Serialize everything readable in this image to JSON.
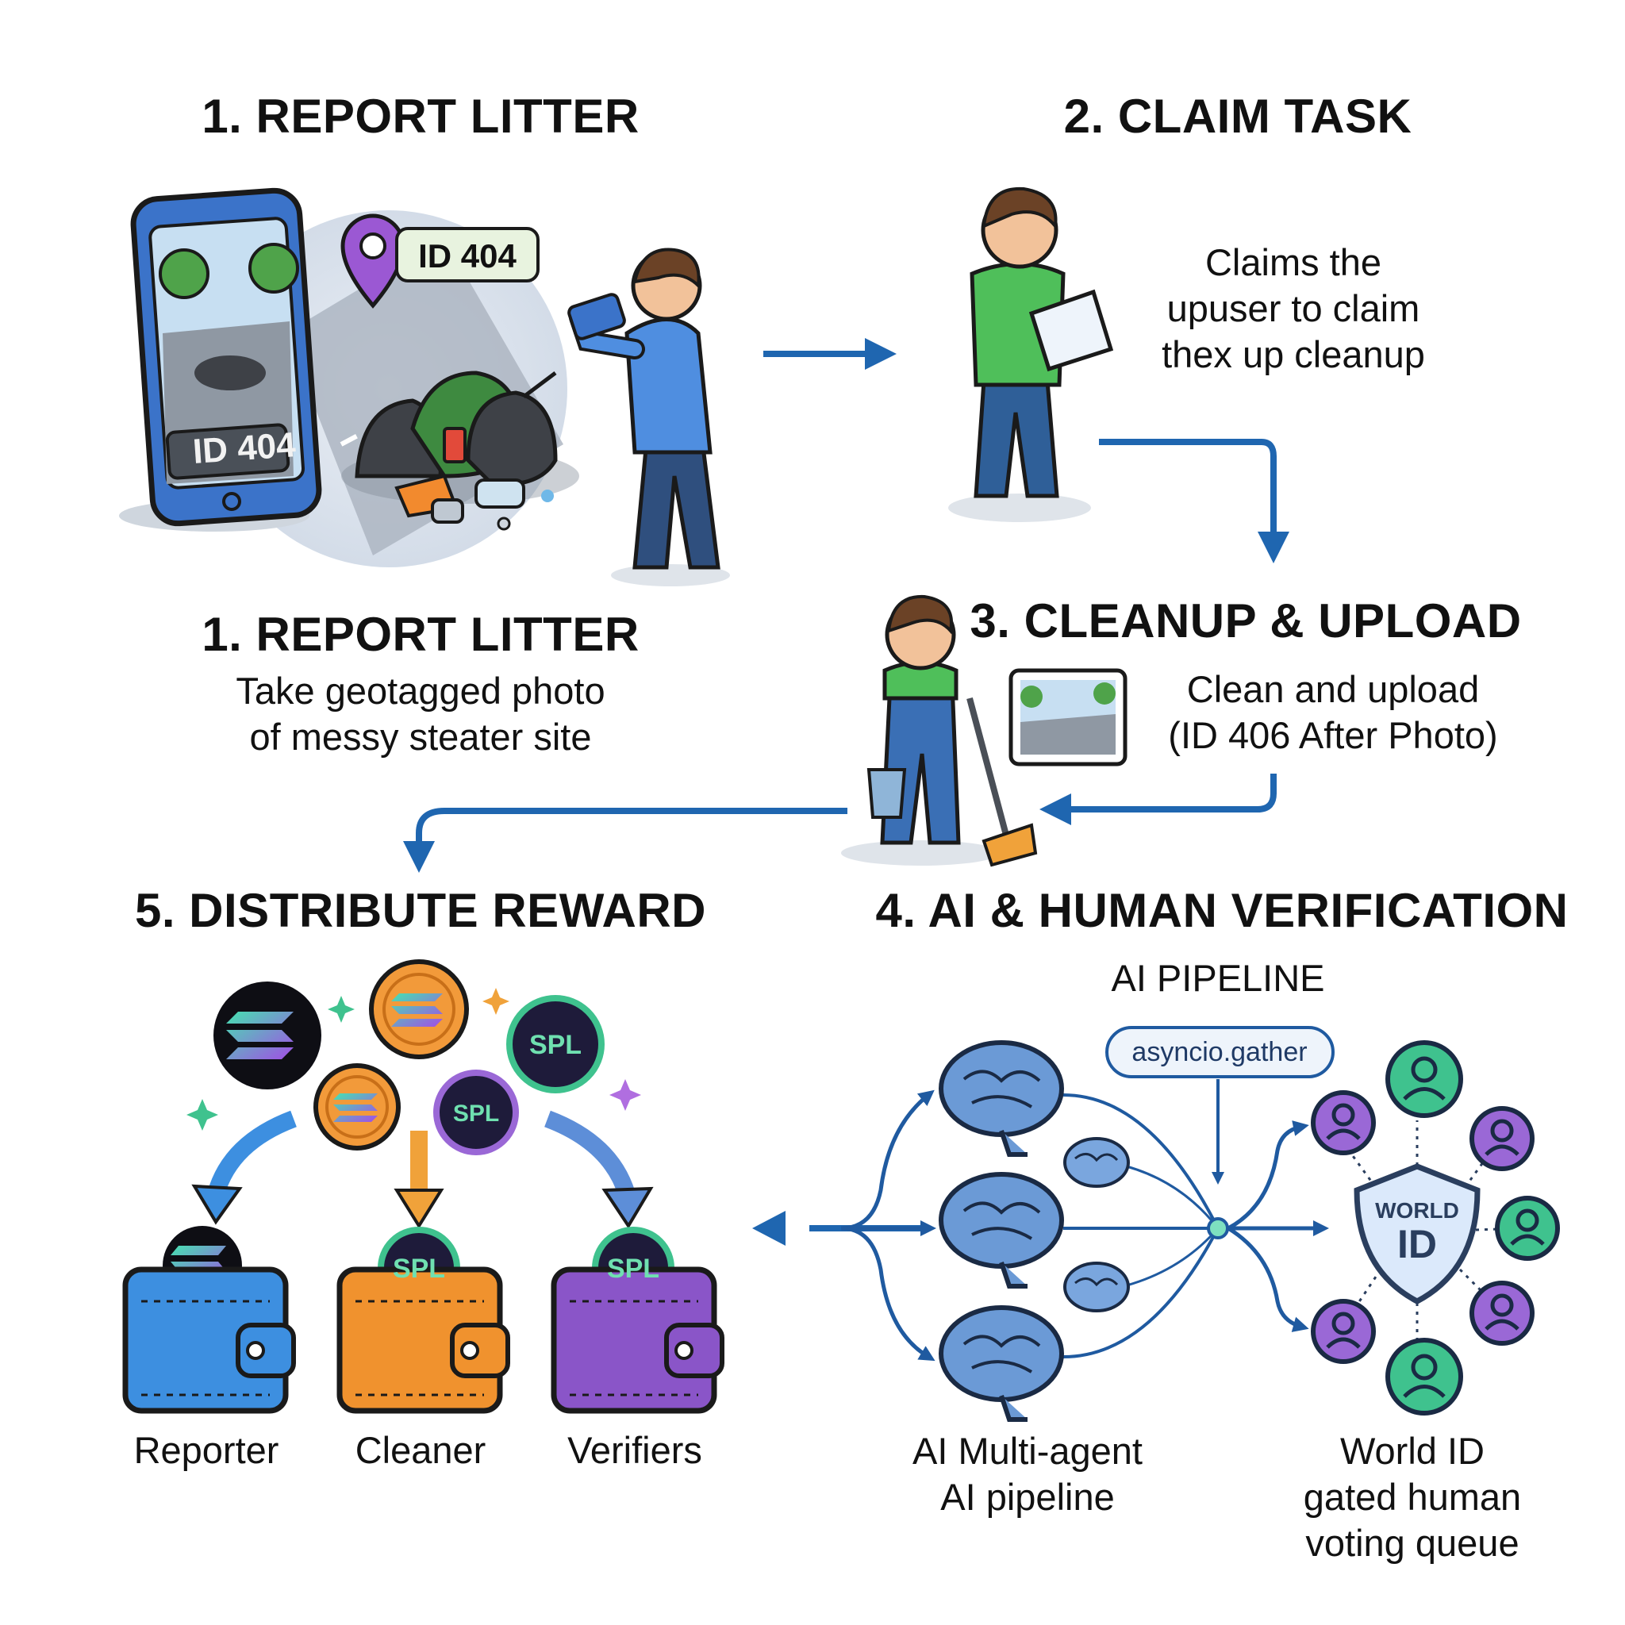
{
  "steps": {
    "report": {
      "title_top": "1. REPORT LITTER",
      "title": "1. REPORT LITTER",
      "desc": [
        "Take geotagged photo",
        "of messy steater site"
      ],
      "phone_badge": "ID 404",
      "pin_badge": "ID 404"
    },
    "claim": {
      "title": "2. CLAIM TASK",
      "desc": [
        "Claims the",
        "upuser to claim",
        "thex up cleanup"
      ]
    },
    "cleanup": {
      "title": "3. CLEANUP & UPLOAD",
      "desc": [
        "Clean and upload",
        "(ID 406 After Photo)"
      ]
    },
    "verify": {
      "title": "4. AI & HUMAN VERIFICATION",
      "subtitle": "AI PIPELINE",
      "gather_label": "asyncio.gather",
      "shield": [
        "WORLD",
        "ID"
      ],
      "left_caption": [
        "AI Multi-agent",
        "AI pipeline"
      ],
      "right_caption": [
        "World ID",
        "gated human",
        "voting queue"
      ]
    },
    "reward": {
      "title": "5. DISTRIBUTE REWARD",
      "coin_label": "SPL",
      "wallets": [
        "Reporter",
        "Cleaner",
        "Verifiers"
      ]
    }
  },
  "colors": {
    "arrow": "#1f66b0",
    "wallet_reporter": "#3d8fe0",
    "wallet_cleaner": "#f0922e",
    "wallet_verifiers": "#8a55c8",
    "coin_orange": "#f29a3a",
    "coin_dark": "#1e1b3a",
    "brain": "#5a8fd0",
    "avatar_green": "#3fc28e",
    "avatar_purple": "#9a68d6"
  }
}
